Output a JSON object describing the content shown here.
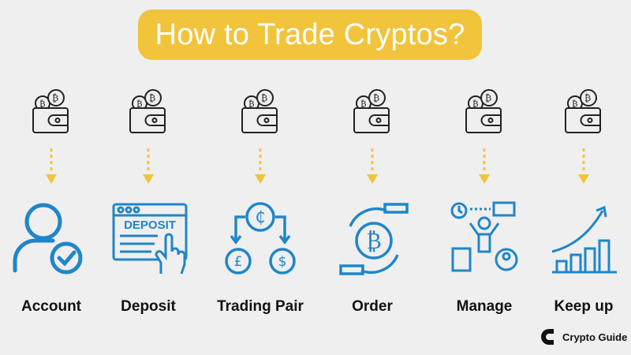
{
  "title": "How to Trade Cryptos?",
  "steps": [
    {
      "label": "Account",
      "icon": "account-icon"
    },
    {
      "label": "Deposit",
      "icon": "deposit-icon",
      "screen_text": "DEPOSIT"
    },
    {
      "label": "Trading Pair",
      "icon": "trading-pair-icon"
    },
    {
      "label": "Order",
      "icon": "order-icon"
    },
    {
      "label": "Manage",
      "icon": "manage-icon"
    },
    {
      "label": "Keep up",
      "icon": "keep-up-icon"
    }
  ],
  "brand": {
    "name": "Crypto Guide"
  },
  "colors": {
    "accent": "#f1c43c",
    "icon_blue": "#1f86c9",
    "wallet_stroke": "#222222"
  }
}
